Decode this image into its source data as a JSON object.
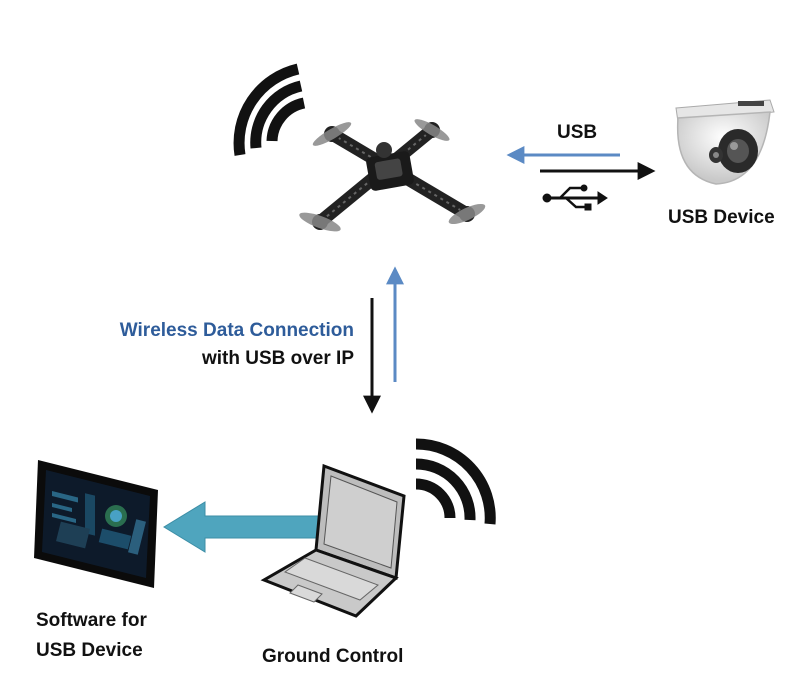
{
  "labels": {
    "usb": "USB",
    "usb_device": "USB Device",
    "wireless_data": "Wireless",
    "wireless_data_2": "Data Connection",
    "usb_over_ip": "with USB over IP",
    "software_line1": "Software for",
    "software_line2": "USB Device",
    "ground_control": "Ground Control"
  },
  "colors": {
    "blue_arrow": "#5b8ac4",
    "teal_arrow": "#4fa5be",
    "black": "#111111",
    "wireless_text": "#2e5c9a"
  },
  "icons": [
    "wifi-icon",
    "drone-icon",
    "camera-icon",
    "usb-symbol-icon",
    "laptop-icon",
    "tablet-icon"
  ]
}
